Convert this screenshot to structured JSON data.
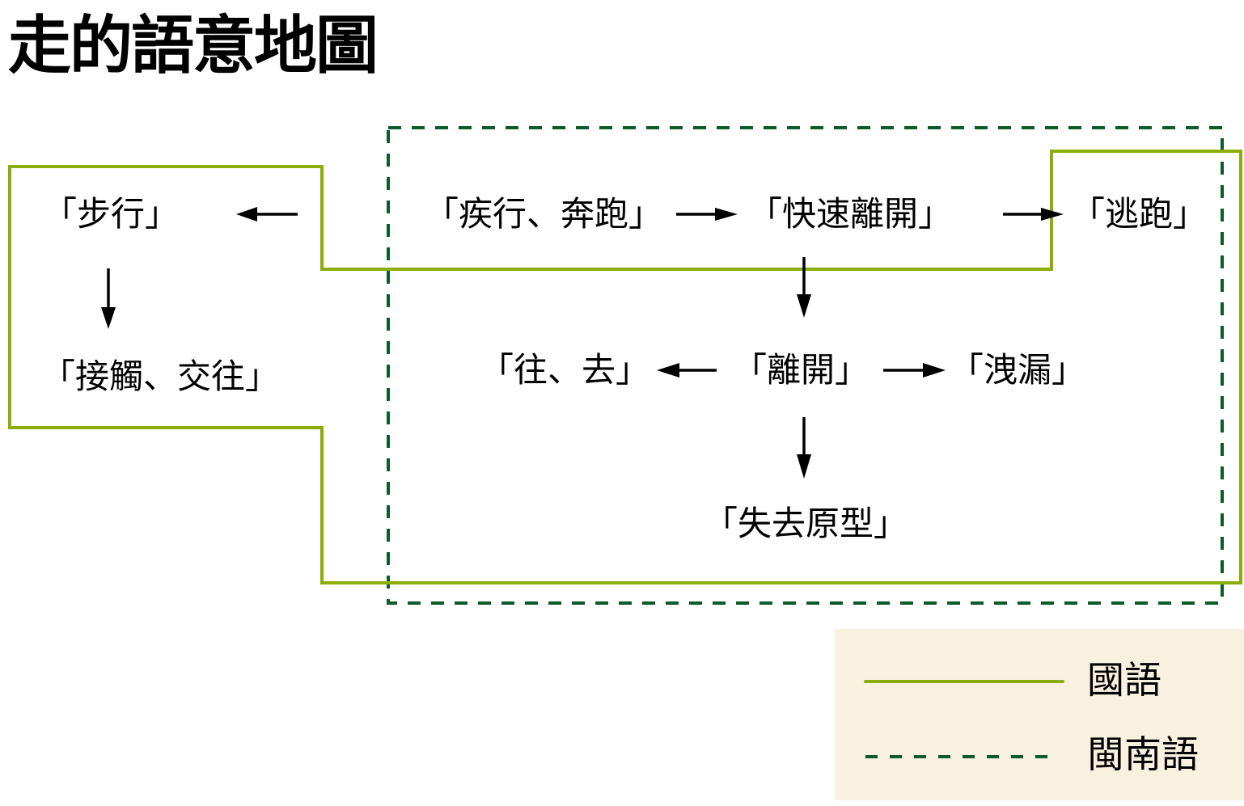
{
  "title": "走的語意地圖",
  "colors": {
    "mandarin_line": "#8aad0a",
    "minnan_line": "#0d5a2a",
    "arrow": "#000000",
    "legend_bg": "#f9f1e0",
    "text": "#000000"
  },
  "nodes": {
    "walk": "「步行」",
    "contact": "「接觸、交往」",
    "run": "「疾行、奔跑」",
    "leave_fast": "「快速離開」",
    "escape": "「逃跑」",
    "go": "「往、去」",
    "leave": "「離開」",
    "leak": "「洩漏」",
    "lose_shape": "「失去原型」"
  },
  "edges": [
    {
      "from": "run",
      "to": "walk"
    },
    {
      "from": "walk",
      "to": "contact"
    },
    {
      "from": "run",
      "to": "leave_fast"
    },
    {
      "from": "leave_fast",
      "to": "escape"
    },
    {
      "from": "leave_fast",
      "to": "leave"
    },
    {
      "from": "leave",
      "to": "go"
    },
    {
      "from": "leave",
      "to": "leak"
    },
    {
      "from": "leave",
      "to": "lose_shape"
    }
  ],
  "regions": [
    {
      "name": "mandarin",
      "style": "solid",
      "label": "國語"
    },
    {
      "name": "minnan",
      "style": "dashed",
      "label": "閩南語"
    }
  ],
  "legend": {
    "items": [
      {
        "label": "國語",
        "style": "solid"
      },
      {
        "label": "閩南語",
        "style": "dashed"
      }
    ]
  }
}
